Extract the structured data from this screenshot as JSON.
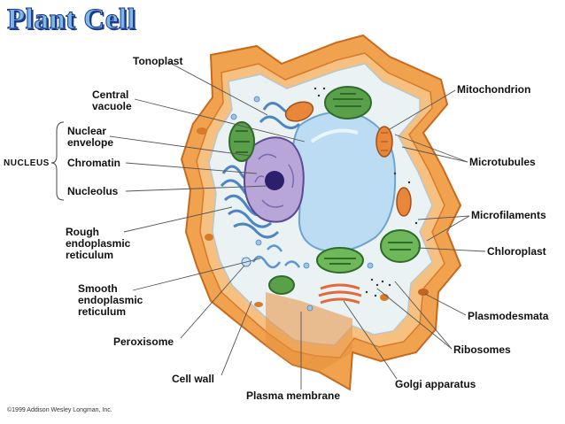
{
  "title": "Plant Cell",
  "labels": {
    "tonoplast": "Tonoplast",
    "central_vacuole": "Central vacuole",
    "nuclear_envelope": "Nuclear envelope",
    "nucleus": "NUCLEUS",
    "chromatin": "Chromatin",
    "nucleolus": "Nucleolus",
    "rough_er": "Rough endoplasmic reticulum",
    "smooth_er": "Smooth endoplasmic reticulum",
    "peroxisome": "Peroxisome",
    "cell_wall": "Cell wall",
    "plasma_membrane": "Plasma membrane",
    "golgi": "Golgi apparatus",
    "ribosomes": "Ribosomes",
    "plasmodesmata": "Plasmodesmata",
    "chloroplast": "Chloroplast",
    "microfilaments": "Microfilaments",
    "microtubules": "Microtubules",
    "mitochondrion": "Mitochondrion"
  },
  "copyright": "©1999 Addison Wesley Longman, Inc.",
  "colors": {
    "wall": "#f0a24e",
    "wall_dark": "#d77a2a",
    "cytoplasm": "#eaf2f4",
    "vacuole": "#bcdcf3",
    "nucleus": "#b9a6d8",
    "chloroplast": "#5aa04a",
    "mitochondrion": "#e8873a",
    "er": "#4d84c4",
    "title_fill": "#7fb8e6",
    "title_stroke": "#1a3a8a"
  }
}
